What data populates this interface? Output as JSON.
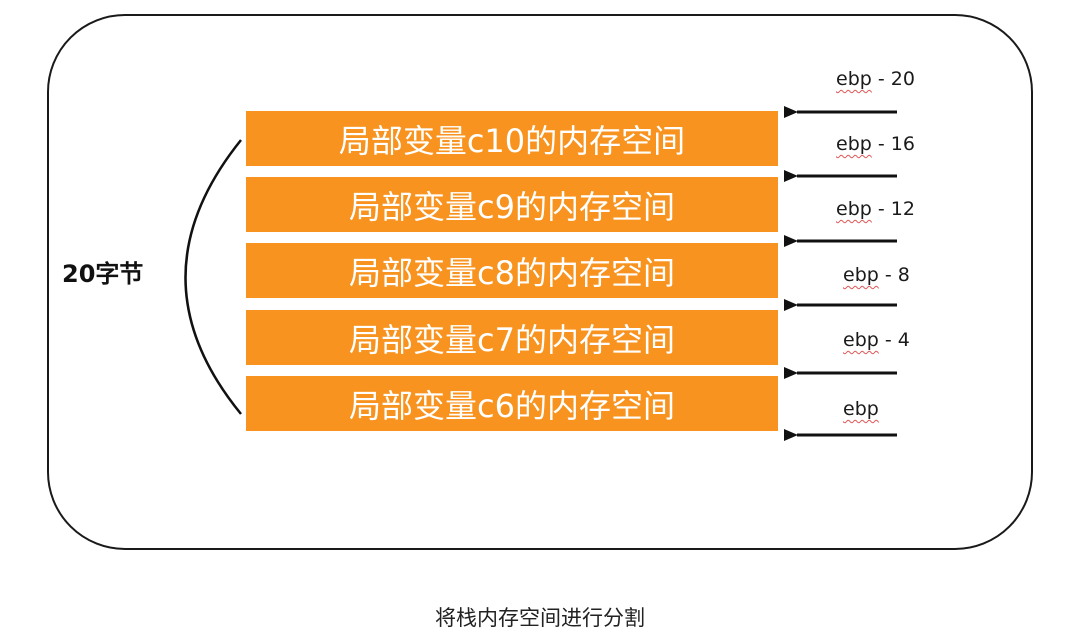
{
  "diagram": {
    "blocks": [
      {
        "label": "局部变量c10的内存空间"
      },
      {
        "label": "局部变量c9的内存空间"
      },
      {
        "label": "局部变量c8的内存空间"
      },
      {
        "label": "局部变量c7的内存空间"
      },
      {
        "label": "局部变量c6的内存空间"
      }
    ],
    "offsets": [
      {
        "reg": "ebp",
        "offset": " - 20"
      },
      {
        "reg": "ebp",
        "offset": " - 16"
      },
      {
        "reg": "ebp",
        "offset": " - 12"
      },
      {
        "reg": "ebp",
        "offset": " - 8"
      },
      {
        "reg": "ebp",
        "offset": " - 4"
      },
      {
        "reg": "ebp",
        "offset": ""
      }
    ],
    "size_label": "20字节",
    "block_color": "#f7931e",
    "caption": "将栈内存空间进行分割"
  }
}
